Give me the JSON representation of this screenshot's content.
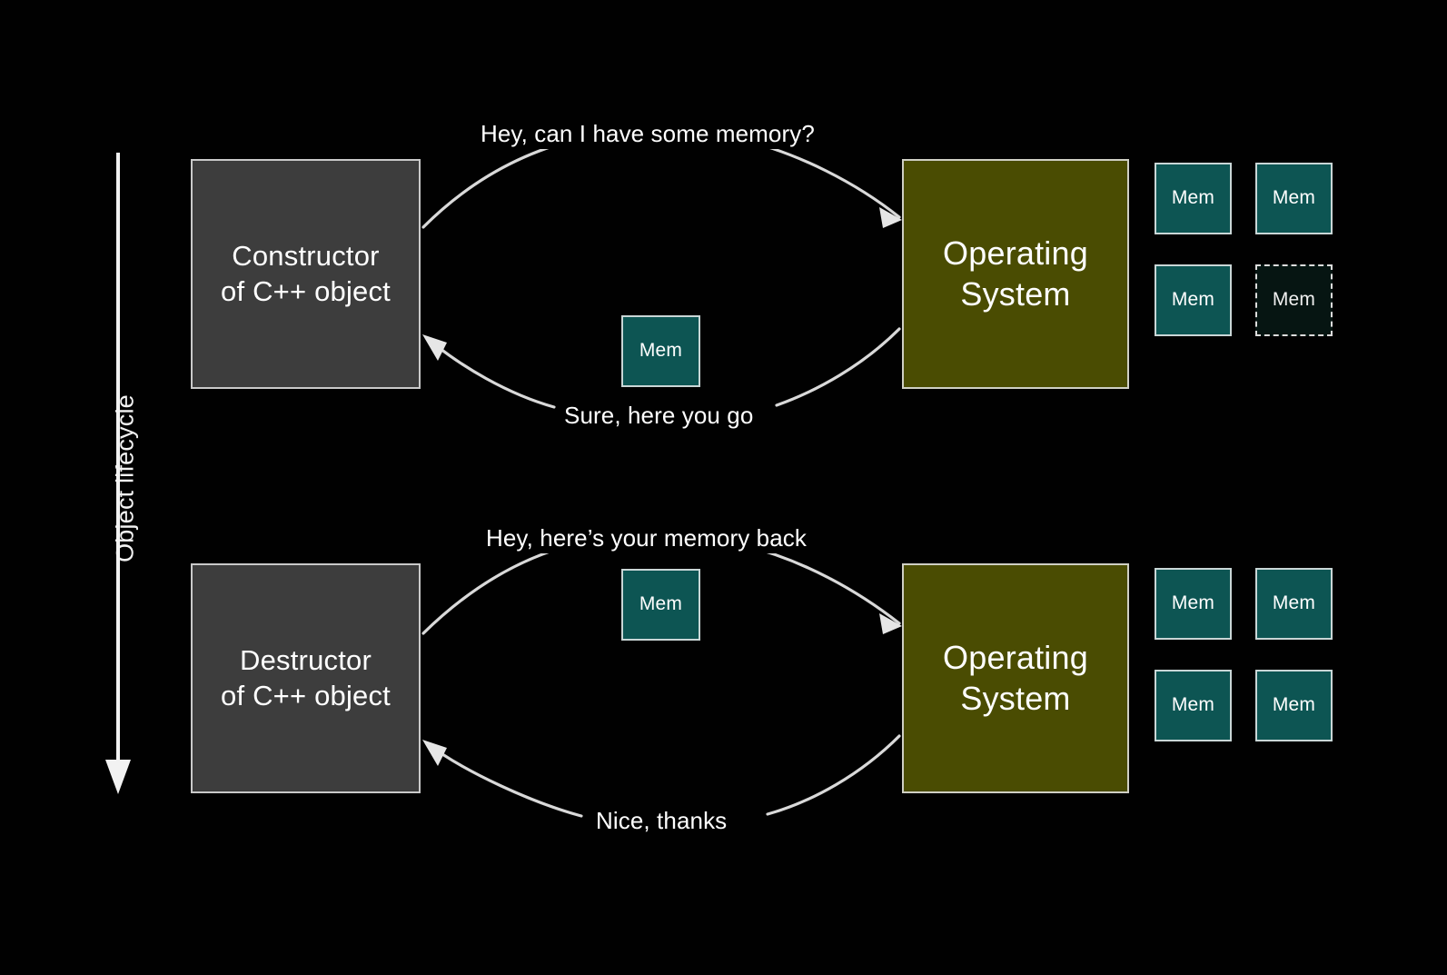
{
  "theme": {
    "background": "#010101",
    "actor_fill": "#3d3d3d",
    "actor_border": "#c9c9c9",
    "os_fill": "#4a4c02",
    "os_border": "#cfcfc4",
    "mem_fill": "#0d5553",
    "mem_border": "#c9d6d6",
    "mem_freed_fill": "#061512",
    "arrow_color": "#d9d9d9",
    "text_color": "#ffffff"
  },
  "axis": {
    "label": "Object lifecycle",
    "direction": "downward"
  },
  "phases": [
    {
      "id": "construction",
      "actor": {
        "line1": "Constructor",
        "line2": "of C++ object"
      },
      "os": {
        "line1": "Operating",
        "line2": "System"
      },
      "request_caption": "Hey, can I have some memory?",
      "response_caption": "Sure, here you go",
      "transit_block": {
        "label": "Mem"
      },
      "os_memory_blocks": [
        {
          "label": "Mem",
          "state": "allocated"
        },
        {
          "label": "Mem",
          "state": "allocated"
        },
        {
          "label": "Mem",
          "state": "allocated"
        },
        {
          "label": "Mem",
          "state": "freed"
        }
      ]
    },
    {
      "id": "destruction",
      "actor": {
        "line1": "Destructor",
        "line2": "of C++ object"
      },
      "os": {
        "line1": "Operating",
        "line2": "System"
      },
      "request_caption": "Hey, here’s your memory back",
      "response_caption": "Nice, thanks",
      "transit_block": {
        "label": "Mem"
      },
      "os_memory_blocks": [
        {
          "label": "Mem",
          "state": "allocated"
        },
        {
          "label": "Mem",
          "state": "allocated"
        },
        {
          "label": "Mem",
          "state": "allocated"
        },
        {
          "label": "Mem",
          "state": "allocated"
        }
      ]
    }
  ]
}
